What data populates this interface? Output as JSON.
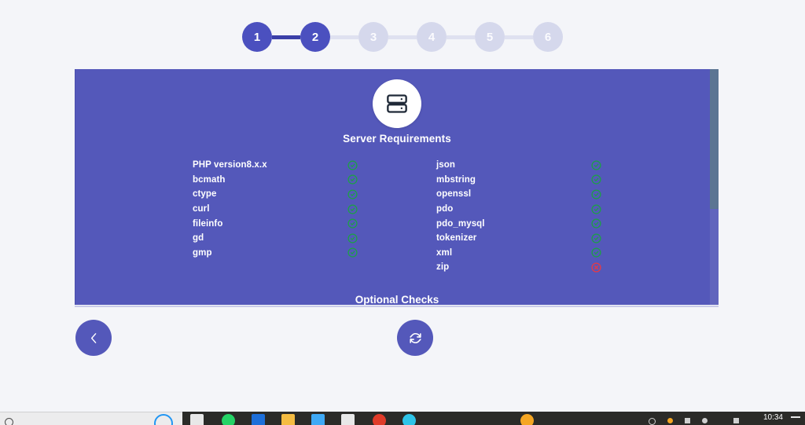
{
  "theme": {
    "page_bg": "#f4f5f9",
    "card_bg": "#5458ba",
    "accent": "#4b50bf",
    "connector_filled": "#3b3fa8",
    "connector_empty": "#dfe1f0",
    "pending_step": "#d5d8ec",
    "ok_color": "#1e9e4a",
    "fail_color": "#e03b4a"
  },
  "stepper": {
    "steps": [
      {
        "label": "1",
        "state": "done"
      },
      {
        "label": "2",
        "state": "active"
      },
      {
        "label": "3",
        "state": "pending"
      },
      {
        "label": "4",
        "state": "pending"
      },
      {
        "label": "5",
        "state": "pending"
      },
      {
        "label": "6",
        "state": "pending"
      }
    ]
  },
  "card": {
    "icon": "server-icon",
    "title": "Server Requirements",
    "optional_title": "Optional Checks",
    "left_column": [
      {
        "name": "PHP version8.x.x",
        "status": "ok"
      },
      {
        "name": "bcmath",
        "status": "ok"
      },
      {
        "name": "ctype",
        "status": "ok"
      },
      {
        "name": "curl",
        "status": "ok"
      },
      {
        "name": "fileinfo",
        "status": "ok"
      },
      {
        "name": "gd",
        "status": "ok"
      },
      {
        "name": "gmp",
        "status": "ok"
      }
    ],
    "right_column": [
      {
        "name": "json",
        "status": "ok"
      },
      {
        "name": "mbstring",
        "status": "ok"
      },
      {
        "name": "openssl",
        "status": "ok"
      },
      {
        "name": "pdo",
        "status": "ok"
      },
      {
        "name": "pdo_mysql",
        "status": "ok"
      },
      {
        "name": "tokenizer",
        "status": "ok"
      },
      {
        "name": "xml",
        "status": "ok"
      },
      {
        "name": "zip",
        "status": "fail"
      }
    ]
  },
  "nav": {
    "back_icon": "chevron-left-icon",
    "refresh_icon": "refresh-icon"
  },
  "taskbar": {
    "clock": "10:34"
  }
}
